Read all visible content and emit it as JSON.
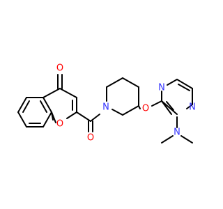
{
  "colors": {
    "bond": "#000000",
    "oxygen": "#ff0000",
    "nitrogen": "#3333ff",
    "background": "#ffffff"
  },
  "labels": {
    "o_ketone": "O",
    "o_ring": "O",
    "o_carbonyl": "O",
    "n_piperidine": "N",
    "o_ether": "O",
    "n_pyrazine_top": "N",
    "n_pyrazine_bottom": "N",
    "n_dimethylamino": "N"
  }
}
